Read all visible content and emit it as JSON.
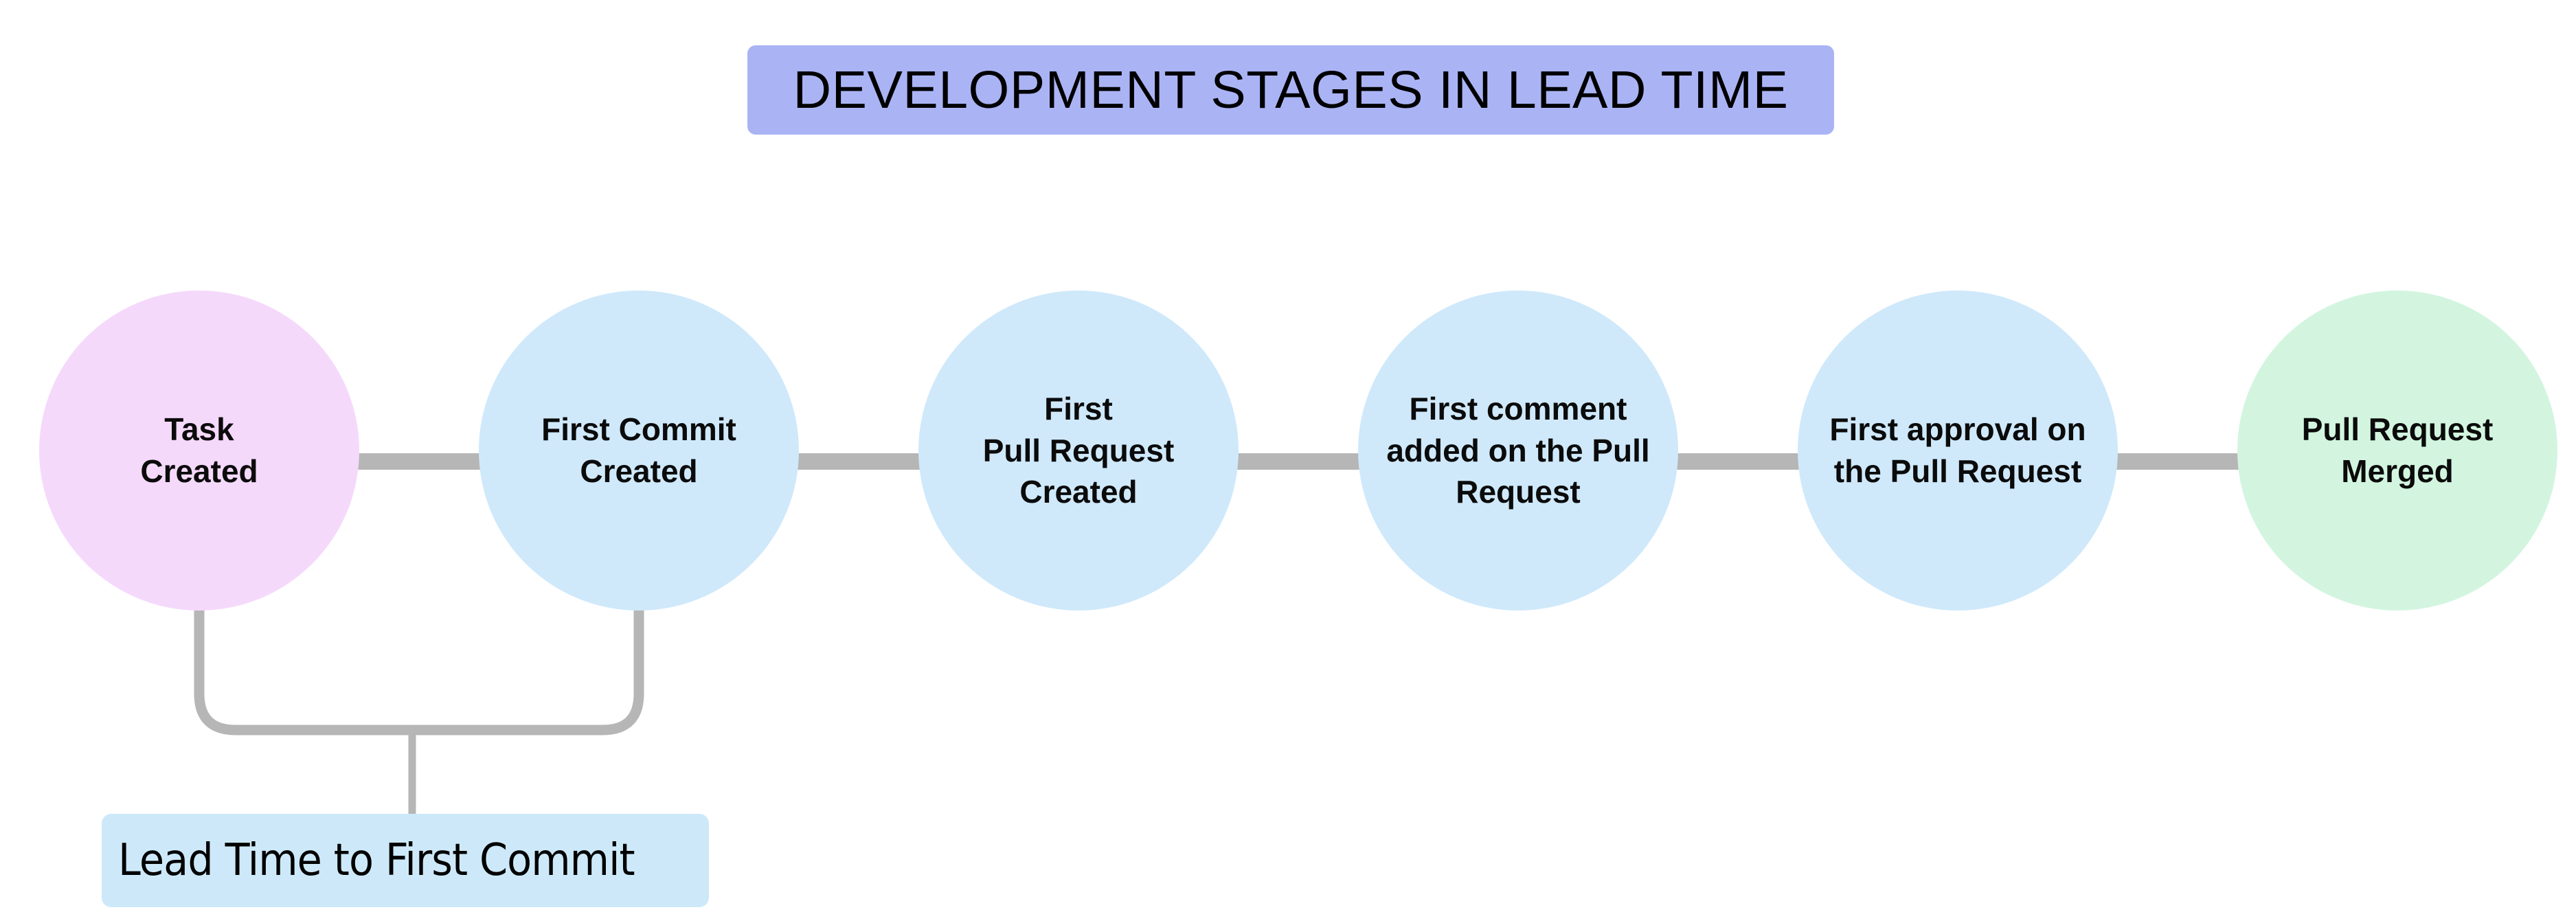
{
  "title": {
    "text": "DEVELOPMENT STAGES IN LEAD TIME",
    "background_color": "#aab4f5",
    "text_color": "#000000"
  },
  "colors": {
    "start_node": "#f5d9fb",
    "middle_node": "#cfe9fb",
    "end_node": "#d3f5e0",
    "connector": "#b6b6b6",
    "bracket": "#b6b6b6",
    "bracket_label_bg": "#cde9f9",
    "page_background": "#ffffff"
  },
  "stages": [
    {
      "id": "task-created",
      "label": "Task\nCreated",
      "color": "#f5d9fb"
    },
    {
      "id": "first-commit-created",
      "label": "First Commit\nCreated",
      "color": "#cfe9fb"
    },
    {
      "id": "first-pull-request-created",
      "label": "First\nPull Request\nCreated",
      "color": "#cfe9fb"
    },
    {
      "id": "first-comment-added",
      "label": "First comment\nadded on the Pull\nRequest",
      "color": "#cfe9fb"
    },
    {
      "id": "first-approval",
      "label": "First approval on\nthe Pull Request",
      "color": "#cfe9fb"
    },
    {
      "id": "pull-request-merged",
      "label": "Pull Request\nMerged",
      "color": "#d3f5e0"
    }
  ],
  "annotations": [
    {
      "id": "lead-time-to-first-commit",
      "label": "Lead Time to First Commit",
      "spans_from": "task-created",
      "spans_to": "first-commit-created",
      "background_color": "#cde9f9"
    }
  ]
}
